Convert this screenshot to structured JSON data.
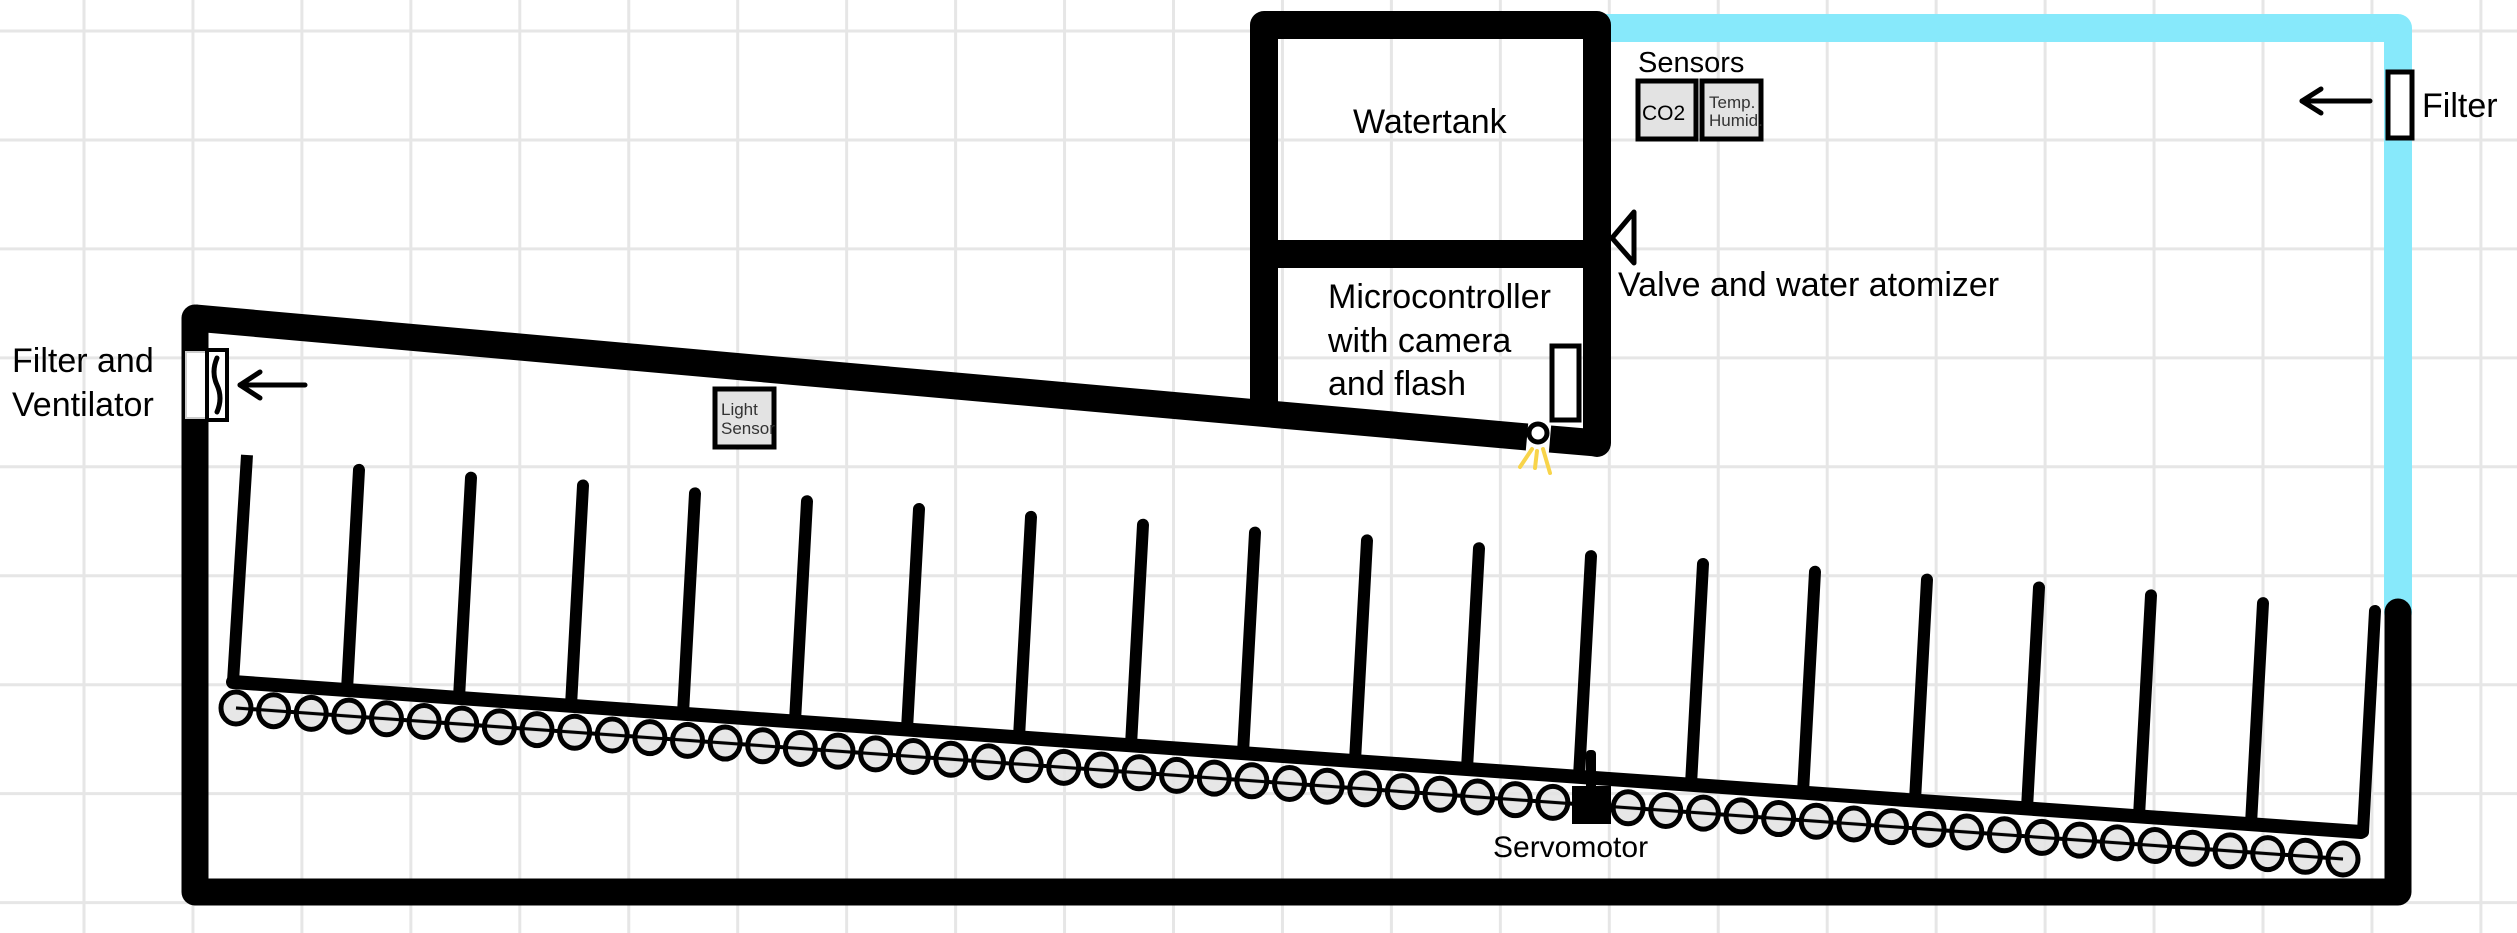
{
  "labels": {
    "watertank": "Watertank",
    "microcontroller": [
      "Microcontroller",
      "with camera",
      "and flash"
    ],
    "valve": "Valve and water atomizer",
    "sensors": "Sensors",
    "co2": "CO2",
    "temp_humid": [
      "Temp.",
      "Humid."
    ],
    "filter": "Filter",
    "filter_ventilator": [
      "Filter and",
      "Ventilator"
    ],
    "light_sensor": [
      "Light",
      "Sensor"
    ],
    "servomotor": "Servomotor"
  },
  "colors": {
    "structure": "#000000",
    "air_duct": "#87e9fb",
    "flash_light": "#f8d44a",
    "sensor_fill": "#e3e3e3",
    "roller_fill": "#e3e3e3",
    "grid": "#e6e6e6"
  }
}
